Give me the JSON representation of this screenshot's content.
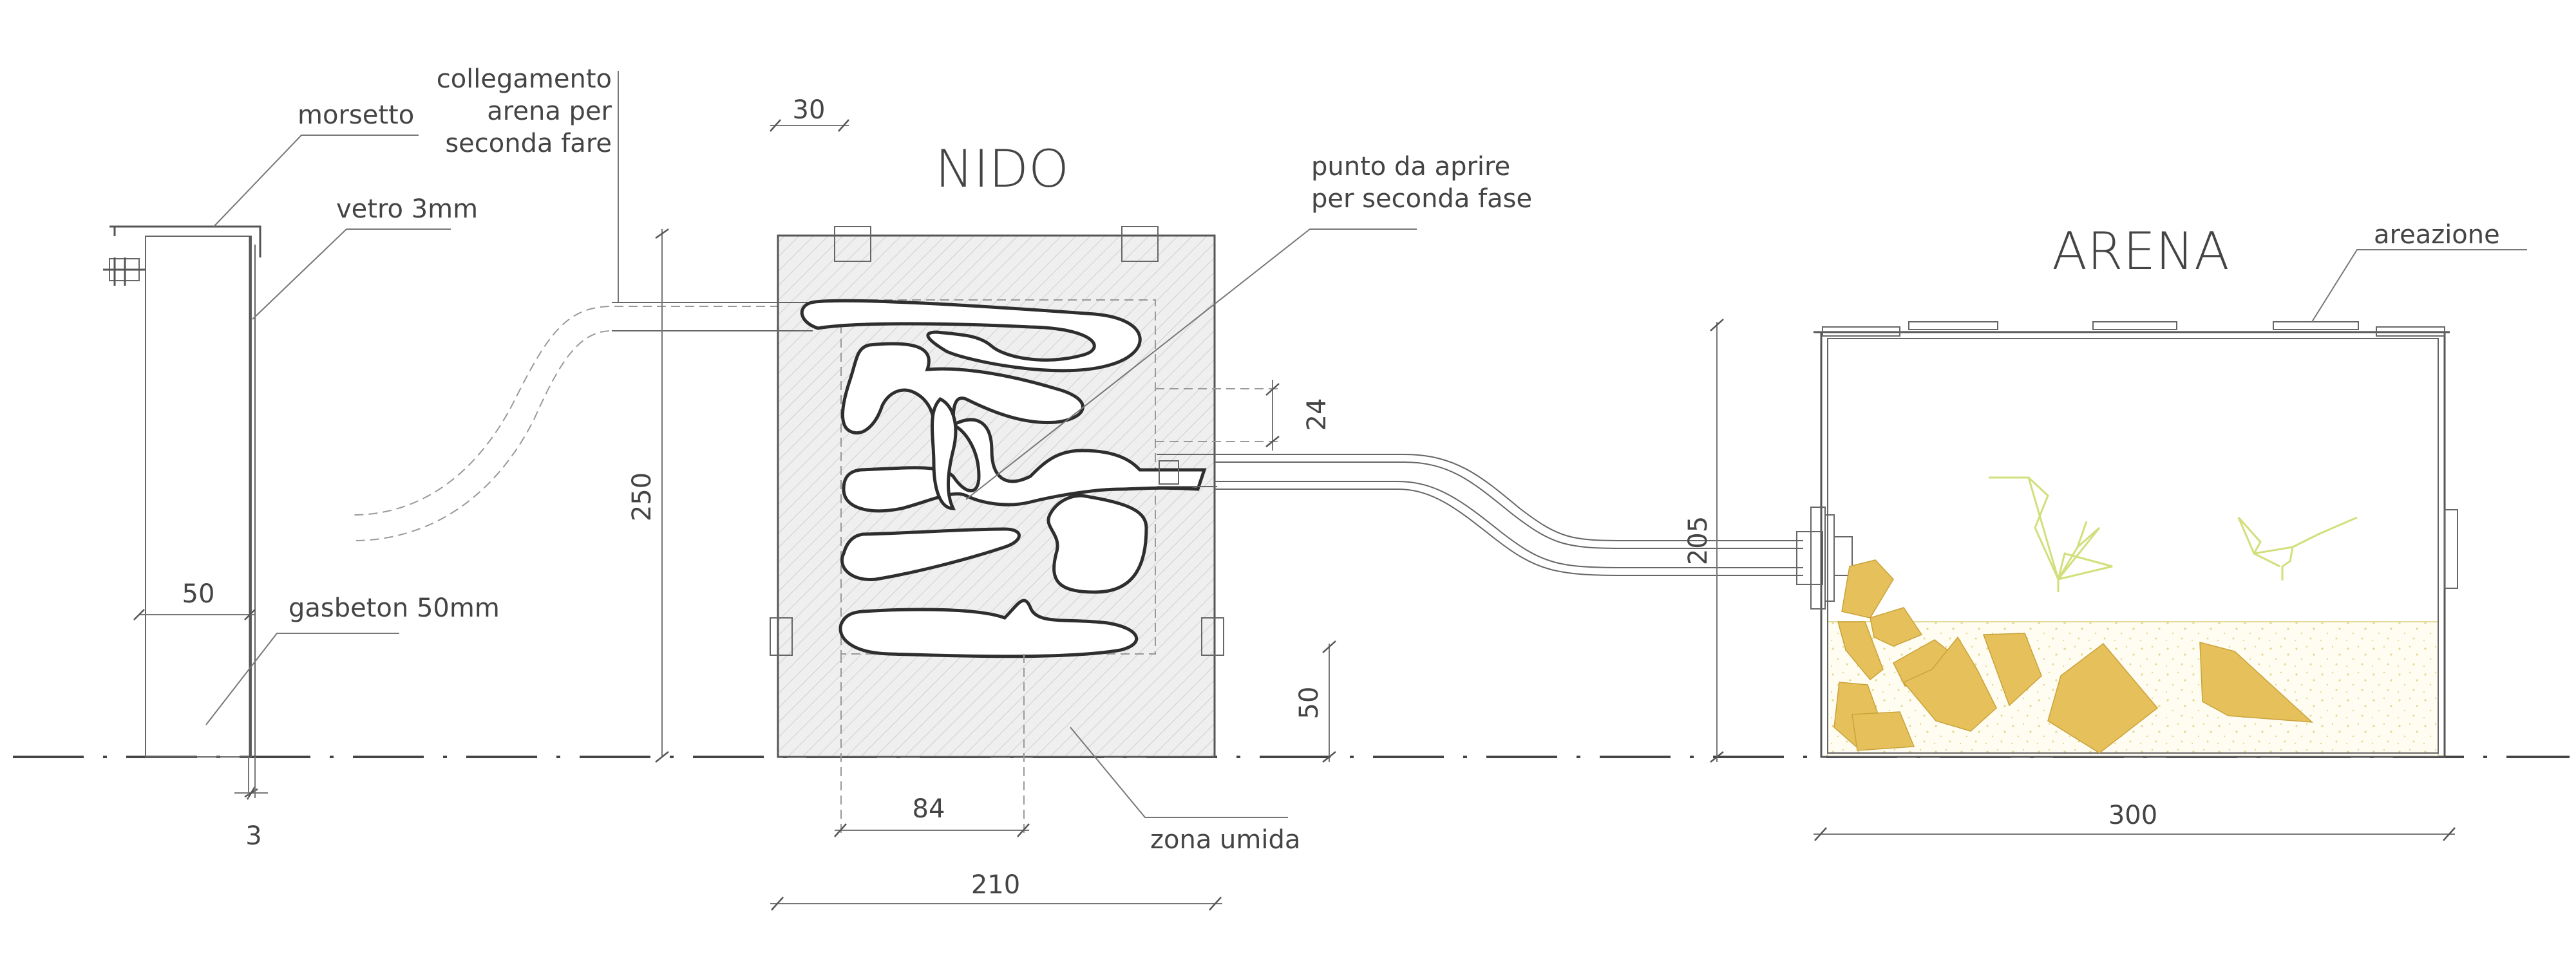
{
  "titles": {
    "nest": "NIDO",
    "arena": "ARENA"
  },
  "labels": {
    "clamp": "morsetto",
    "glass": "vetro 3mm",
    "connection_l1": "collegamento",
    "connection_l2": "arena per",
    "connection_l3": "seconda fare",
    "open_point_l1": "punto da aprire",
    "open_point_l2": "per seconda fase",
    "aeration": "areazione",
    "gasbeton": "gasbeton 50mm",
    "wet_zone": "zona umida"
  },
  "dimensions": {
    "d30": "30",
    "d24": "24",
    "d250": "250",
    "d50_section": "50",
    "d3": "3",
    "d84": "84",
    "d210": "210",
    "d50_height": "50",
    "d205": "205",
    "d300": "300"
  },
  "colors": {
    "line": "#555555",
    "hatch": "#c8c8c8",
    "nest_fill": "#ececec",
    "sand": "#e6c05a",
    "plant": "#d2df7a",
    "substrate_speckle": "#e9e0a0"
  }
}
